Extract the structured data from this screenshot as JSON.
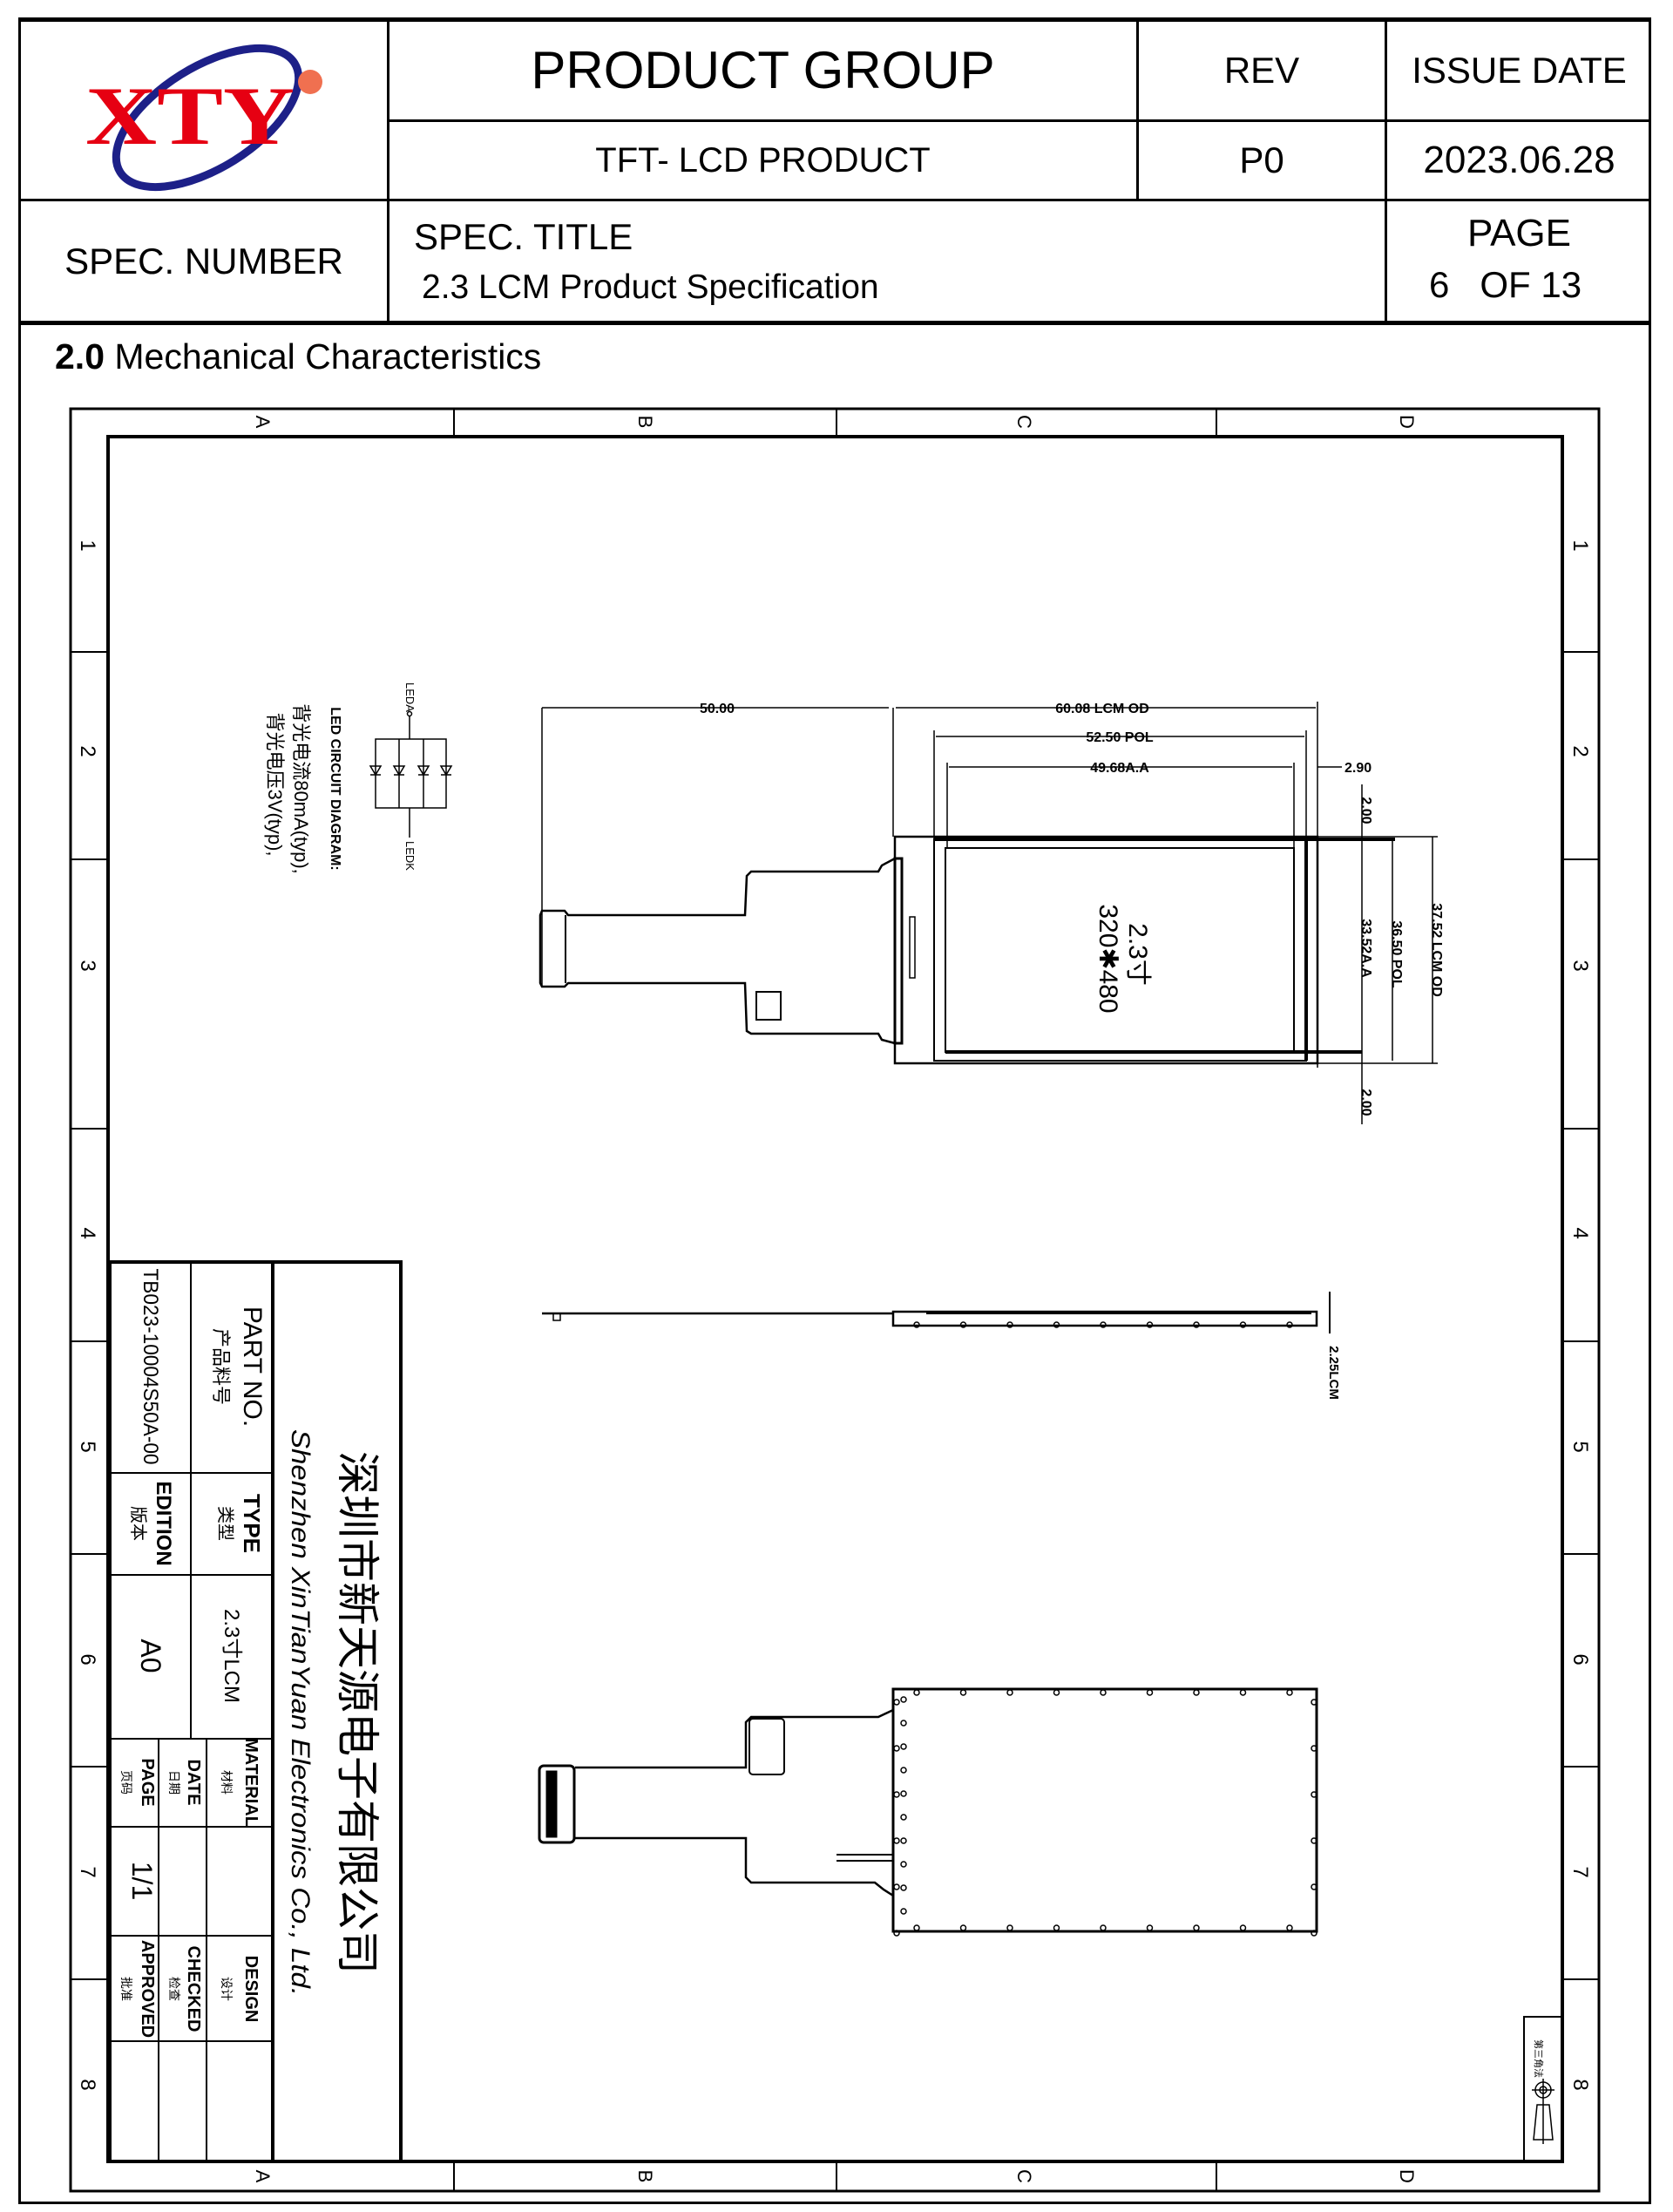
{
  "header": {
    "logo_text": "XTY",
    "product_group_label": "PRODUCT GROUP",
    "product_group_value": "TFT- LCD PRODUCT",
    "rev_label": "REV",
    "rev_value": "P0",
    "issue_date_label": "ISSUE DATE",
    "issue_date_value": "2023.06.28",
    "spec_number_label": "SPEC. NUMBER",
    "spec_title_label": "SPEC. TITLE",
    "spec_title_value": "2.3 LCM Product Specification",
    "page_label": "PAGE",
    "page_value": "6   OF 13"
  },
  "section": {
    "number": "2.0",
    "title": "Mechanical Characteristics"
  },
  "drawing": {
    "zone_columns": [
      "A",
      "B",
      "C",
      "D"
    ],
    "zone_rows": [
      "1",
      "2",
      "3",
      "4",
      "5",
      "6",
      "7",
      "8"
    ],
    "dimensions": {
      "fpc_length": "50.00",
      "lcm_od_width": "60.08 LCM OD",
      "pol_width": "52.50 POL",
      "aa_width": "49.68A.A",
      "right_margin": "2.90",
      "top_margin": "2.00",
      "bottom_margin": "2.00",
      "aa_height": "33.52A.A",
      "pol_height": "36.50 POL",
      "lcm_od_height": "37.52 LCM OD",
      "thickness": "2.25LCM"
    },
    "panel_size": "2.3寸",
    "panel_resolution": "320✱480",
    "led_circuit": {
      "title": "LED CIRCUIT DIAGRAM:",
      "anode": "LEDA",
      "cathode": "LEDK",
      "current": "背光电流80mA(typ),",
      "voltage": "背光电压3V(typ),"
    },
    "projection_label": "第三角法",
    "title_block": {
      "company_cn": "深圳市新天源电子有限公司",
      "company_en": "Shenzhen XinTianYuan Electronics Co., Ltd.",
      "part_no_label": "PART NO.",
      "part_no_label_cn": "产品料号",
      "part_no_value": "TB023-10004S50A-00",
      "type_label": "TYPE",
      "type_label_cn": "类型",
      "type_value": "2.3寸LCM",
      "edition_label": "EDITION",
      "edition_label_cn": "版本",
      "edition_value": "A0",
      "material_label": "MATERIAL",
      "material_label_cn": "材料",
      "date_label": "DATE",
      "date_label_cn": "日期",
      "page_label": "PAGE",
      "page_label_cn": "页码",
      "page_value": "1/1",
      "design_label": "DESIGN",
      "design_label_cn": "设计",
      "checked_label": "CHECKED",
      "checked_label_cn": "检查",
      "approved_label": "APPROVED",
      "approved_label_cn": "批准"
    }
  },
  "colors": {
    "logo_red": "#e60012",
    "logo_blue": "#1d2088",
    "logo_dot": "#f07050"
  }
}
